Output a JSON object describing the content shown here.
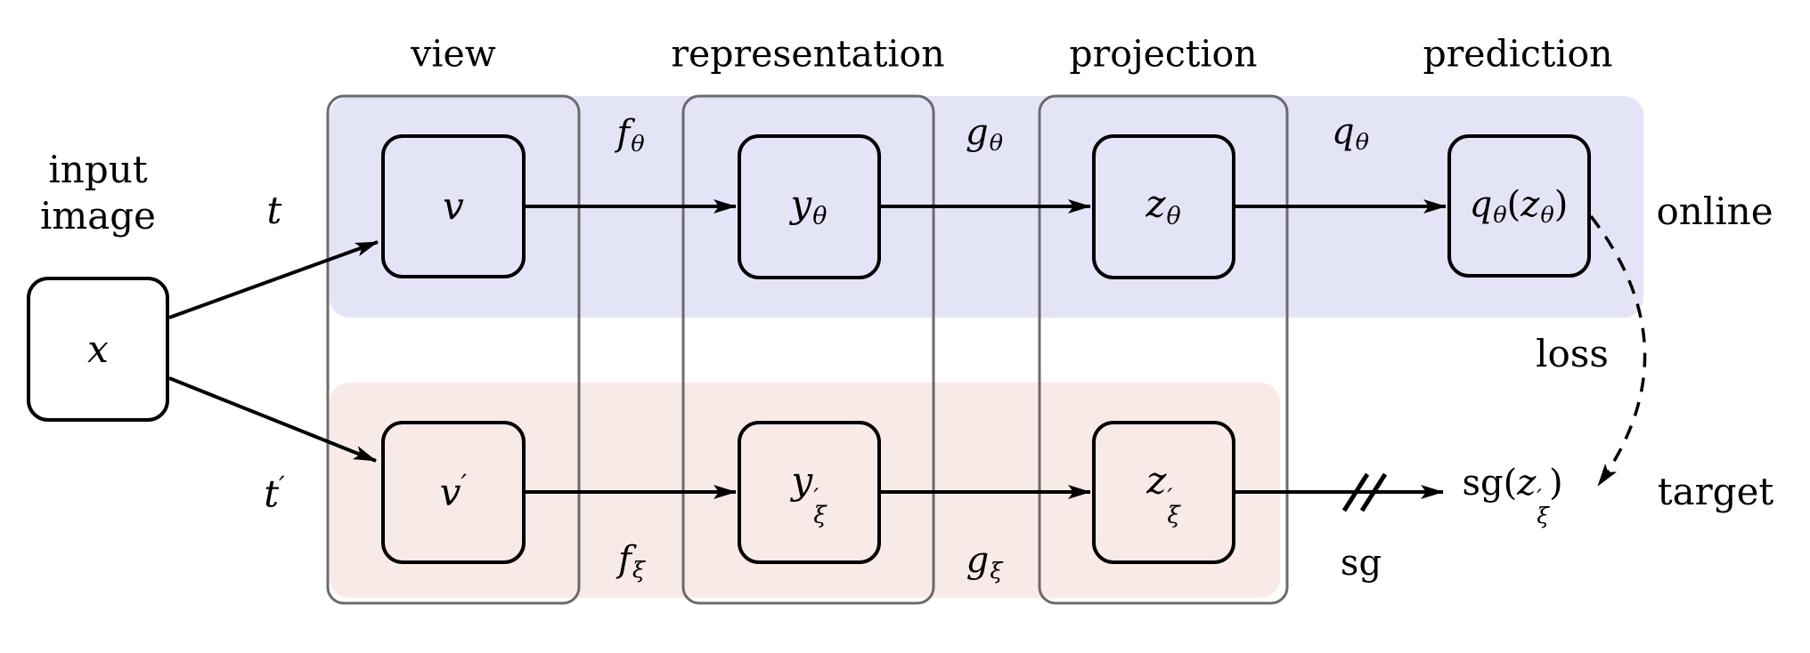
{
  "diagram": {
    "title_row": {
      "view": "view",
      "representation": "representation",
      "projection": "projection",
      "prediction": "prediction"
    },
    "input_label": {
      "line1": "input",
      "line2": "image"
    },
    "augment_labels": {
      "t": {
        "base": "t"
      },
      "t_prime": {
        "base": "t",
        "prime": "′"
      }
    },
    "boxes": {
      "x": {
        "base": "x"
      },
      "v": {
        "base": "v"
      },
      "v_prime": {
        "base": "v",
        "prime": "′"
      },
      "y_theta": {
        "base": "y",
        "sub": "θ"
      },
      "y_xi_prime": {
        "base": "y",
        "prime": "′",
        "sub": "ξ"
      },
      "z_theta": {
        "base": "z",
        "sub": "θ"
      },
      "z_xi_prime": {
        "base": "z",
        "prime": "′",
        "sub": "ξ"
      },
      "q_theta_z": {
        "q": "q",
        "q_sub": "θ",
        "open": "(",
        "z": "z",
        "z_sub": "θ",
        "close": ")"
      }
    },
    "stage_labels": {
      "f_theta": {
        "base": "f",
        "sub": "θ"
      },
      "g_theta": {
        "base": "g",
        "sub": "θ"
      },
      "q_theta": {
        "base": "q",
        "sub": "θ"
      },
      "f_xi": {
        "base": "f",
        "sub": "ξ"
      },
      "g_xi": {
        "base": "g",
        "sub": "ξ"
      },
      "sg": "sg"
    },
    "target_output": {
      "fn": "sg",
      "open": "(",
      "z": "z",
      "prime": "′",
      "sub": "ξ",
      "close": ")"
    },
    "side_labels": {
      "online": "online",
      "loss": "loss",
      "target": "target"
    },
    "colors": {
      "online_band": "#e4e4f7",
      "target_band": "#f8eae6",
      "column_stroke": "#6b6b6b",
      "ink": "#000000"
    }
  }
}
